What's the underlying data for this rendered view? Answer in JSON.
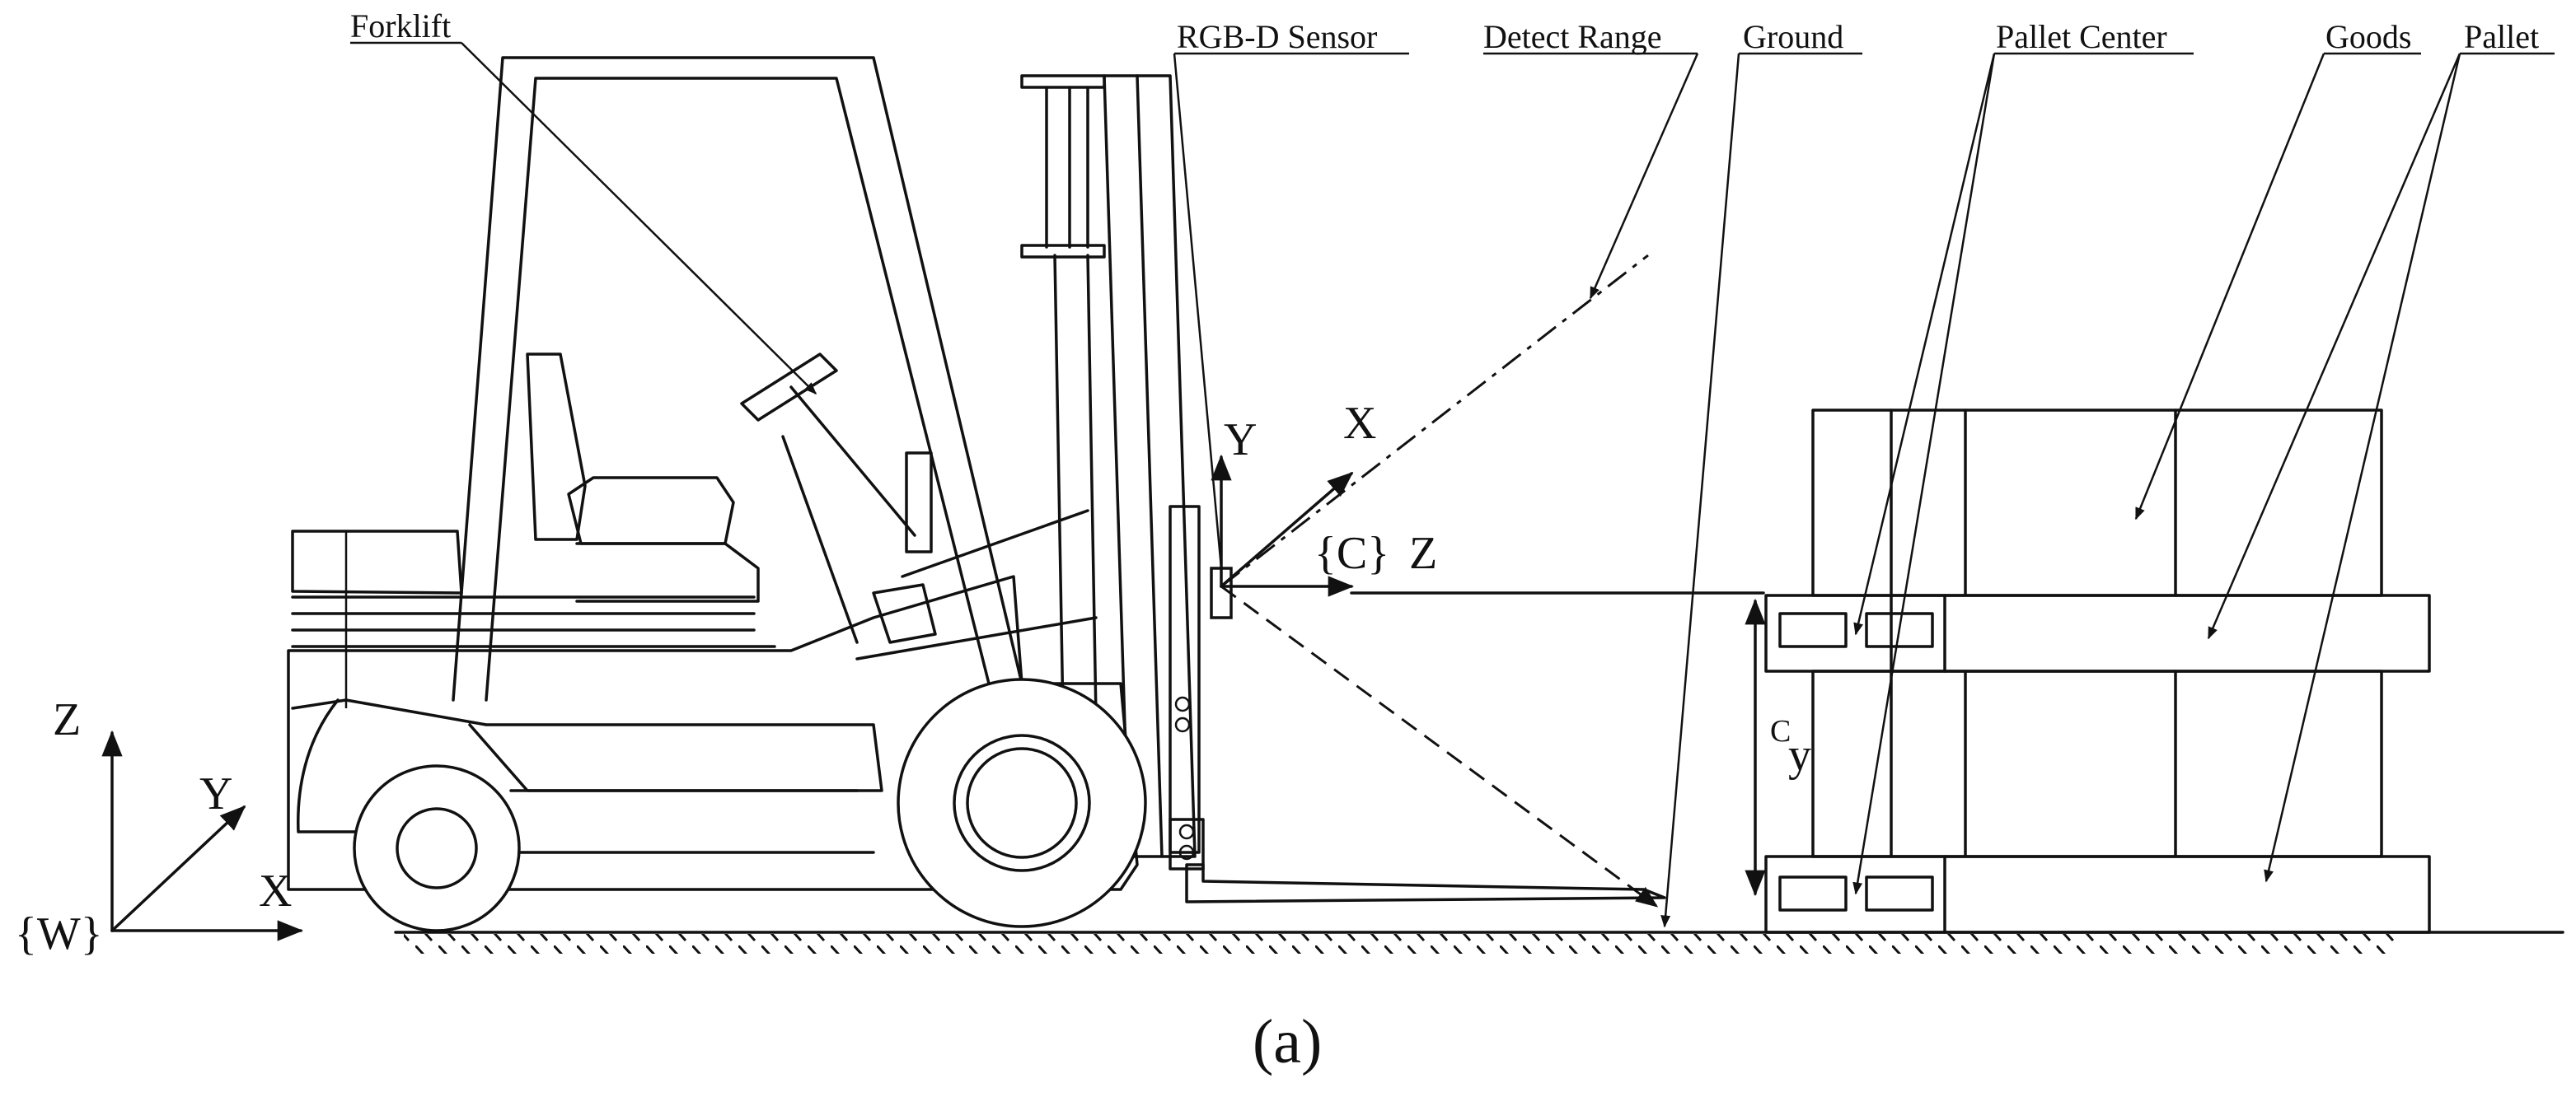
{
  "labels": {
    "forklift": "Forklift",
    "rgbd_sensor": "RGB-D Sensor",
    "detect_range": "Detect Range",
    "ground": "Ground",
    "pallet_center": "Pallet Center",
    "goods": "Goods",
    "pallet": "Pallet"
  },
  "world_frame": {
    "name": "{W}",
    "x": "X",
    "y": "Y",
    "z": "Z"
  },
  "camera_frame": {
    "name": "{C}",
    "x": "X",
    "y": "Y",
    "z": "Z"
  },
  "dimension": {
    "superscript": "C",
    "symbol": "y"
  },
  "caption": "(a)"
}
